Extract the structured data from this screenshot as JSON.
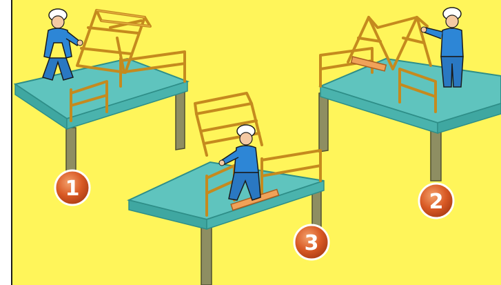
{
  "steps": [
    {
      "number": "1"
    },
    {
      "number": "2"
    },
    {
      "number": "3"
    }
  ],
  "colors": {
    "background": "#FFF55A",
    "border": "#1A1A1A",
    "platform_top": "#5FC4BE",
    "platform_edge": "#2E8E88",
    "leg": "#8E8E62",
    "frame": "#C58A1E",
    "frame_light": "#E8B446",
    "plank": "#F0A259",
    "worker_suit": "#2D86D6",
    "helmet": "#FFFFFF",
    "skin": "#F4C9A3",
    "badge_fill": "#D95A25",
    "badge_ring": "#FFFFFF"
  },
  "icons": [
    "worker-figure",
    "number-badge",
    "handrail-frame",
    "scaffold-platform"
  ]
}
